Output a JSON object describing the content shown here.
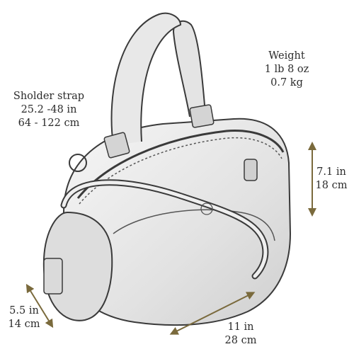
{
  "labels": {
    "weight": {
      "line1": "Weight",
      "line2": "1 lb 8 oz",
      "line3": "0.7 kg"
    },
    "strap": {
      "line1": "Sholder strap",
      "line2": "25.2 -48 in",
      "line3": "64 - 122 cm"
    },
    "height": {
      "line1": "7.1 in",
      "line2": "18 cm"
    },
    "depth": {
      "line1": "5.5 in",
      "line2": "14 cm"
    },
    "width": {
      "line1": "11 in",
      "line2": "28 cm"
    }
  },
  "colors": {
    "sketch_line": "#3a3a3a",
    "sketch_fill": "#ececec",
    "arrow": "#7a6a3c",
    "text": "#2b2b2b"
  },
  "icons": {
    "arrow": "double-headed-arrow",
    "bag": "duffel-handbag-sketch"
  }
}
